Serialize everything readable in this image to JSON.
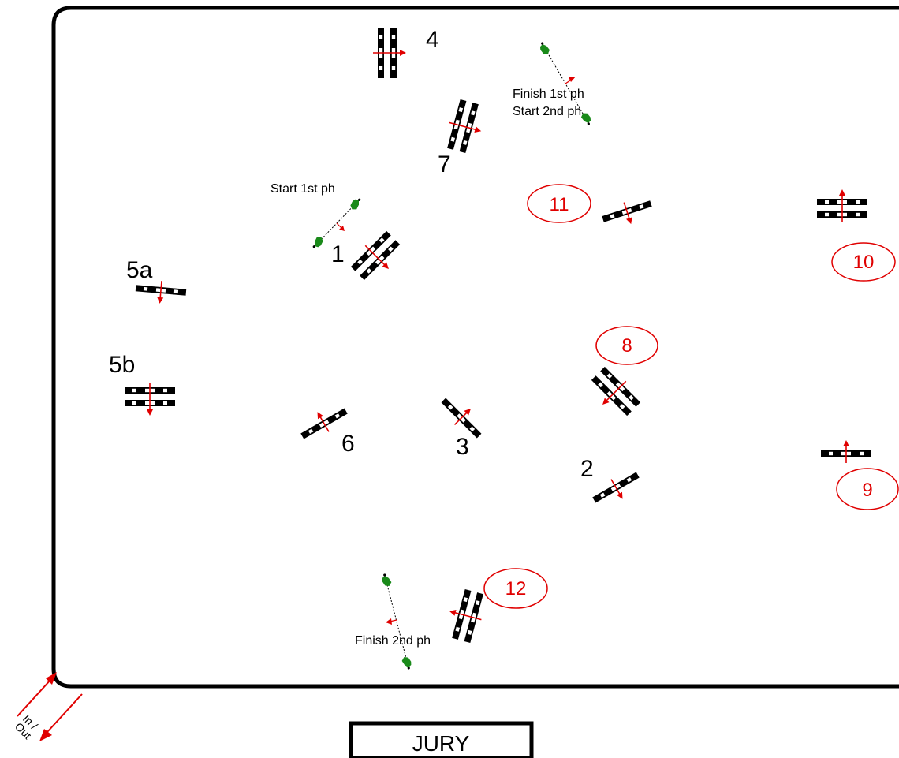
{
  "arena": {
    "jury_label": "JURY",
    "entrance_label_line1": "In /",
    "entrance_label_line2": "Out"
  },
  "phase_labels": {
    "start_first": "Start 1st ph",
    "finish_first": "Finish 1st ph",
    "start_second": "Start 2nd ph",
    "finish_second": "Finish 2nd ph"
  },
  "obstacle_labels": {
    "o1": "1",
    "o2": "2",
    "o3": "3",
    "o4": "4",
    "o5a": "5a",
    "o5b": "5b",
    "o6": "6",
    "o7": "7",
    "o8": "8",
    "o9": "9",
    "o10": "10",
    "o11": "11",
    "o12": "12"
  },
  "colors": {
    "line": "#000000",
    "arrow": "#e00000",
    "flag": "#1a8a1a",
    "second_phase": "#e00000"
  }
}
